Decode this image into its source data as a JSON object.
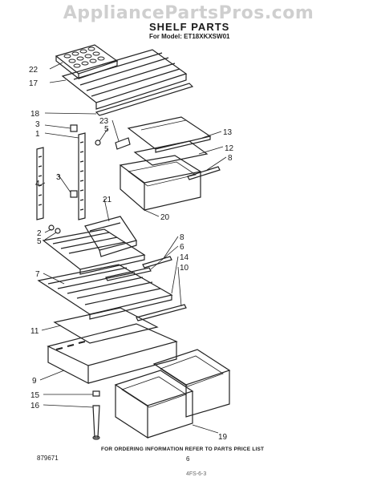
{
  "watermark": "AppliancePartsPros.com",
  "header": {
    "title": "SHELF PARTS",
    "model": "For Model: ET18XKXSW01"
  },
  "callouts": [
    "22",
    "17",
    "18",
    "23",
    "3",
    "5",
    "1",
    "13",
    "12",
    "8",
    "3",
    "4",
    "21",
    "20",
    "2",
    "5",
    "8",
    "6",
    "14",
    "10",
    "7",
    "11",
    "9",
    "15",
    "16",
    "19"
  ],
  "footer": {
    "doc_id": "879671",
    "note": "FOR ORDERING INFORMATION REFER TO PARTS PRICE LIST",
    "page": "6",
    "code": "4FS-6-3"
  }
}
